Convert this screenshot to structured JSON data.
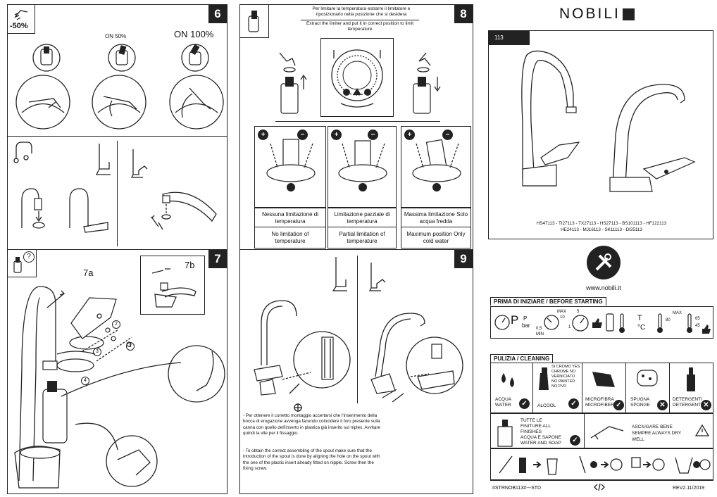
{
  "step6": {
    "number": "6",
    "flow_pct": "-50%",
    "on50": "ON 50%",
    "on100": "ON 100%"
  },
  "step7": {
    "number": "7",
    "help": "?",
    "fig_a": "7a",
    "fig_b": "7b",
    "callouts": [
      "1",
      "2",
      "3",
      "4"
    ]
  },
  "step8": {
    "number": "8",
    "intro_it": "Per limitare la temperatura estrarre il limitatore e riposizionarlo nella posizione che si desidera",
    "intro_en": "Extract the limiter and put it in correct position to limit temperature",
    "options": [
      {
        "it": "Nessuna limitazione di temperatura",
        "en": "No limitation of temperature"
      },
      {
        "it": "Limitazione parziale di temperatura",
        "en": "Partial limitation of temperature"
      },
      {
        "it": "Massima limitazione Solo acqua fredda",
        "en": "Maximum position Only cold water"
      }
    ],
    "plus": "+",
    "minus": "−"
  },
  "step9": {
    "number": "9",
    "text_it": "- Per ottenere il corretto montaggio accertarsi che l'inserimento della bocca di erogazione avvenga facendo coincidere il foro presente sulla canna con quello dell'inserto in plastica già inserito sul niplex. Avvitare quindi la vite per il fissaggio.",
    "text_en": "- To obtain the correct assembling of the spout make sure that the introduction of the spout is done by aligning the hole on the spout with the one of the plastic insert already fitted on nipple. Screw then the fixing screw."
  },
  "cover": {
    "brand": "NOBILI",
    "model": "113",
    "codes_line1": "HS47113 - TI27113 - TX27113 - HS27113 - BS101113 - HF122113",
    "codes_line2": "HE24113 - MJ16113 - SK11113 - DI25113",
    "website": "www.nobili.it",
    "before_header": "PRIMA DI INIZIARE / BEFORE STARTING",
    "before_labels": {
      "p_bar": "P",
      "bar": "bar",
      "min_val": "0,5",
      "min": "MIN",
      "max": "MAX",
      "max10": "10",
      "five": "5",
      "one": "1",
      "t_unit": "T",
      "deg": "°C",
      "max_t": "MAX",
      "t80": "80",
      "t65": "65",
      "t45": "45"
    },
    "cleaning_header": "PULIZIA / CLEANING",
    "cleaning": [
      {
        "label": "ACQUA WATER",
        "ok": true
      },
      {
        "label": "ALCOOL",
        "ok": true,
        "note": "SI CROMO YES CHROME NO VERNICIATO NO PAINTED NO PVD"
      },
      {
        "label": "MICROFIBRA MICROFIBER",
        "ok": true
      },
      {
        "label": "SPUGNA SPONGE",
        "ok": false
      },
      {
        "label": "DETERGENTI DETERGENT",
        "ok": false
      }
    ],
    "all_finishes": "TUTTE LE FINITURE ALL FINISHES",
    "soap": "ACQUA E SAPONE WATER AND SOAP",
    "dry": "ASCIUGARE BENE SEMPRE ALWAYS DRY WELL",
    "footer_code": "IISTRNOB113#---STD",
    "footer_rev": "REV2.11/2019"
  }
}
